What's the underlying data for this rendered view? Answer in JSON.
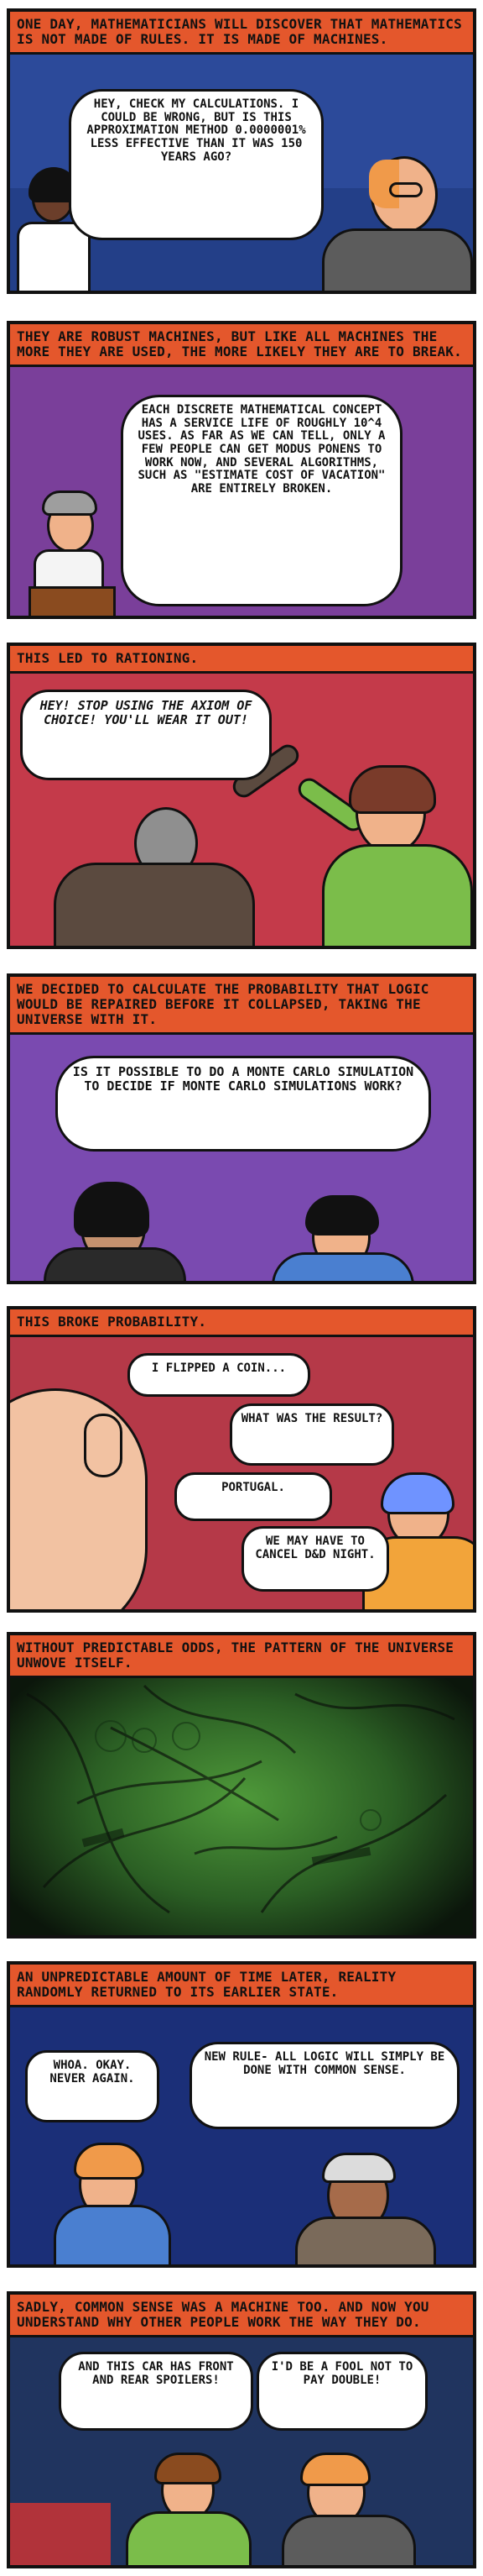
{
  "comic": {
    "panel_1": {
      "caption": "ONE DAY, MATHEMATICIANS WILL DISCOVER THAT MATHEMATICS IS NOT MADE OF RULES. IT IS MADE OF MACHINES.",
      "bubble": "HEY, CHECK MY CALCULATIONS. I COULD BE WRONG, BUT IS THIS APPROXIMATION METHOD 0.0000001% LESS EFFECTIVE THAN IT WAS 150 YEARS AGO?"
    },
    "panel_2": {
      "caption": "THEY ARE ROBUST MACHINES, BUT LIKE ALL MACHINES THE MORE THEY ARE USED, THE MORE LIKELY THEY ARE TO BREAK.",
      "bubble": "EACH DISCRETE MATHEMATICAL CONCEPT HAS A SERVICE LIFE OF ROUGHLY 10^4 USES. AS FAR AS WE CAN TELL, ONLY A FEW PEOPLE CAN GET MODUS PONENS TO WORK NOW, AND SEVERAL ALGORITHMS, SUCH AS \"ESTIMATE COST OF VACATION\" ARE ENTIRELY BROKEN."
    },
    "panel_3": {
      "caption": "THIS LED TO RATIONING.",
      "bubble": "HEY! STOP USING THE AXIOM OF CHOICE! YOU'LL WEAR IT OUT!"
    },
    "panel_4": {
      "caption": "WE DECIDED TO CALCULATE THE PROBABILITY THAT LOGIC WOULD BE REPAIRED BEFORE IT COLLAPSED, TAKING THE UNIVERSE WITH IT.",
      "bubble": "IS IT POSSIBLE TO DO A MONTE CARLO SIMULATION TO DECIDE IF MONTE CARLO SIMULATIONS WORK?"
    },
    "panel_5": {
      "caption": "THIS BROKE PROBABILITY.",
      "bubbles": [
        "I FLIPPED A COIN...",
        "WHAT WAS THE RESULT?",
        "PORTUGAL.",
        "WE MAY HAVE TO CANCEL D&D NIGHT."
      ]
    },
    "panel_6": {
      "caption": "WITHOUT PREDICTABLE ODDS, THE PATTERN OF THE UNIVERSE UNWOVE ITSELF."
    },
    "panel_7": {
      "caption": "AN UNPREDICTABLE AMOUNT OF TIME LATER, REALITY RANDOMLY RETURNED TO ITS EARLIER STATE.",
      "bubbles": [
        "WHOA. OKAY. NEVER AGAIN.",
        "NEW RULE- ALL LOGIC WILL SIMPLY BE DONE WITH COMMON SENSE."
      ]
    },
    "panel_8": {
      "caption": "SADLY, COMMON SENSE WAS A MACHINE TOO. AND NOW YOU UNDERSTAND WHY OTHER PEOPLE WORK THE WAY THEY DO.",
      "bubbles": [
        "AND THIS CAR HAS FRONT AND REAR SPOILERS!",
        "I'D BE A FOOL NOT TO PAY DOUBLE!"
      ]
    }
  },
  "colors": {
    "caption_bg": "#e4572c",
    "p1_bg": "#2c4a9a",
    "p2_bg": "#7a3f9a",
    "p3_bg": "#c43a4a",
    "p4_bg": "#7a4ab0",
    "p5_bg": "#b53948",
    "p6_bg": "#142814",
    "p7_bg": "#1b2f78",
    "p8_bg": "#20345f"
  }
}
